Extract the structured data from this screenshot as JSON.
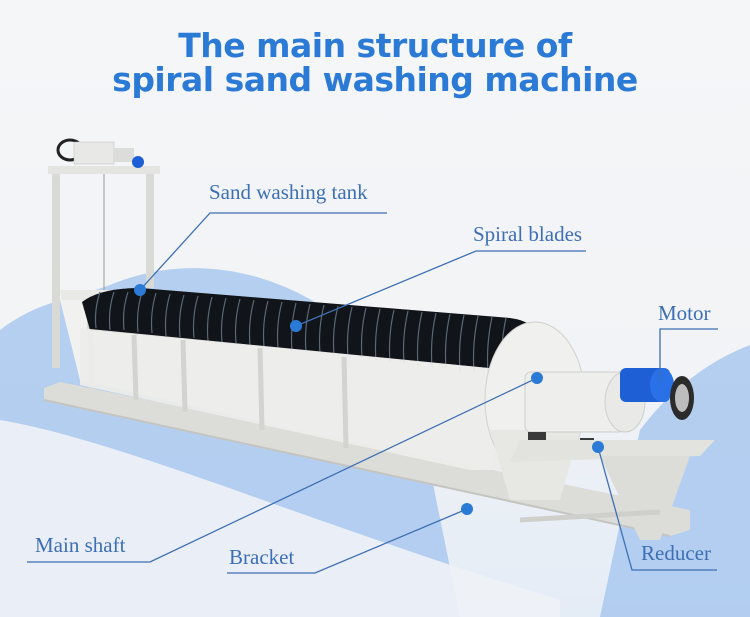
{
  "title": {
    "line1": "The main structure of",
    "line2": "spiral sand washing machine"
  },
  "colors": {
    "title": "#2a7ad6",
    "label_text": "#3d6fb4",
    "leader_line": "#3d6fb4",
    "dot": "#2a7ad6",
    "background_wave": "#a9c8ee",
    "blades": "#111418",
    "body": "#e6e6e3",
    "motor": "#1f5fd6"
  },
  "callouts": [
    {
      "id": "sand-washing-tank",
      "label": "Sand washing tank"
    },
    {
      "id": "spiral-blades",
      "label": "Spiral blades"
    },
    {
      "id": "motor",
      "label": "Motor"
    },
    {
      "id": "main-shaft",
      "label": "Main shaft"
    },
    {
      "id": "bracket",
      "label": "Bracket"
    },
    {
      "id": "reducer",
      "label": "Reducer"
    }
  ]
}
